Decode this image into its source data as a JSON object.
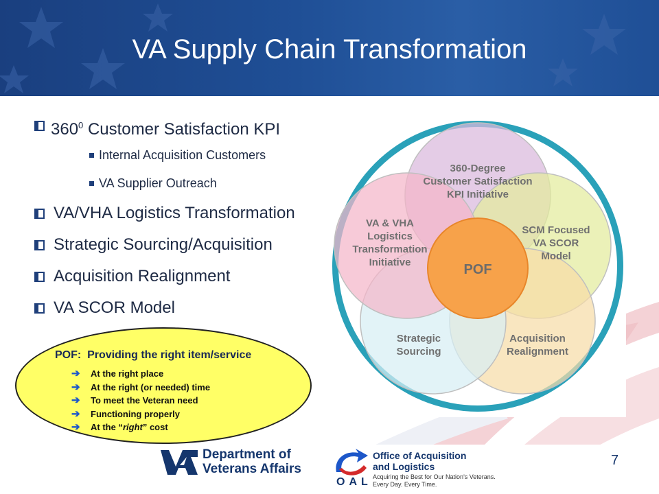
{
  "title": "VA Supply Chain Transformation",
  "bullets": [
    {
      "text": "360",
      "sup": "0",
      "rest": " Customer Satisfaction KPI"
    },
    {
      "text": "Internal Acquisition Customers"
    },
    {
      "text": "VA Supplier Outreach"
    },
    {
      "text": "VA/VHA Logistics Transformation"
    },
    {
      "text": "Strategic Sourcing/Acquisition"
    },
    {
      "text": "Acquisition Realignment"
    },
    {
      "text": "VA SCOR Model"
    }
  ],
  "pof_box": {
    "title": "POF:  Providing the right item/service",
    "items": [
      "At the right place",
      "At the right (or needed) time",
      "To meet the Veteran need",
      "Functioning properly"
    ],
    "last_prefix": "At the “",
    "last_italic": "right",
    "last_suffix": "” cost"
  },
  "diagram": {
    "center": "POF",
    "petals": [
      {
        "lines": [
          "360-Degree",
          "Customer Satisfaction",
          "KPI Initiative"
        ],
        "color": "#d9b9dc"
      },
      {
        "lines": [
          "SCM Focused",
          "VA SCOR",
          "Model"
        ],
        "color": "#e3ec9c"
      },
      {
        "lines": [
          "Acquisition",
          "Realignment"
        ],
        "color": "#f6dca8"
      },
      {
        "lines": [
          "Strategic",
          "Sourcing"
        ],
        "color": "#d7eef4"
      },
      {
        "lines": [
          "VA & VHA",
          "Logistics",
          "Transformation",
          "Initiative"
        ],
        "color": "#f4b6c9"
      }
    ],
    "ring_color": "#2aa1b9",
    "center_color": "#f7a24a"
  },
  "footer": {
    "va_line1": "Department of",
    "va_line2": "Veterans Affairs",
    "oal_line1": "Office of Acquisition",
    "oal_line2": "and Logistics",
    "oal_tag1": "Acquiring the Best for Our Nation's Veterans.",
    "oal_tag2": "Every Day.  Every Time.",
    "oal_abbr": "OAL",
    "page_number": "7"
  }
}
